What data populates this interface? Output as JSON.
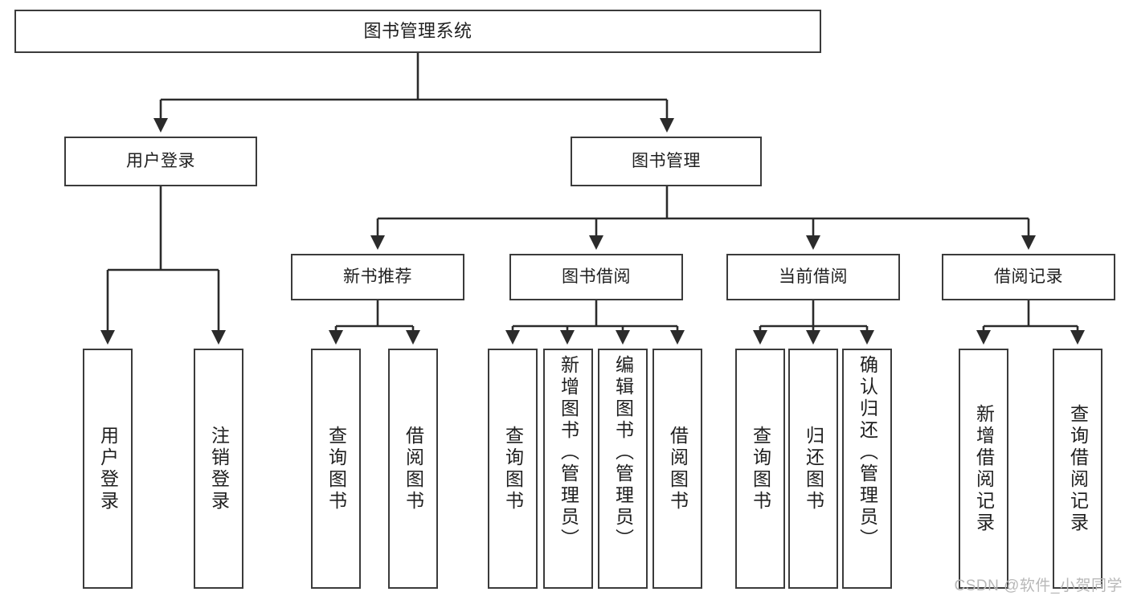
{
  "diagram": {
    "type": "tree-hierarchy",
    "title": "图书管理系统",
    "colors": {
      "box_border": "#3b3b3b",
      "box_fill": "#ffffff",
      "line": "#2b2b2b",
      "text": "#1f1f1f",
      "watermark": "#b8b8b8"
    },
    "root": {
      "label": "图书管理系统"
    },
    "level2": [
      {
        "label": "用户登录"
      },
      {
        "label": "图书管理"
      }
    ],
    "level3": [
      {
        "label": "新书推荐"
      },
      {
        "label": "图书借阅"
      },
      {
        "label": "当前借阅"
      },
      {
        "label": "借阅记录"
      }
    ],
    "leaves": {
      "user_login": [
        {
          "label": "用户登录"
        },
        {
          "label": "注销登录"
        }
      ],
      "new_book": [
        {
          "label": "查询图书"
        },
        {
          "label": "借阅图书"
        }
      ],
      "book_borrow": [
        {
          "label": "查询图书"
        },
        {
          "label": "新增图书（管理员）"
        },
        {
          "label": "编辑图书（管理员）"
        },
        {
          "label": "借阅图书"
        }
      ],
      "current_borrow": [
        {
          "label": "查询图书"
        },
        {
          "label": "归还图书"
        },
        {
          "label": "确认归还（管理员）"
        }
      ],
      "borrow_record": [
        {
          "label": "新增借阅记录"
        },
        {
          "label": "查询借阅记录"
        }
      ]
    },
    "watermark": "CSDN @软件_小贺同学"
  }
}
